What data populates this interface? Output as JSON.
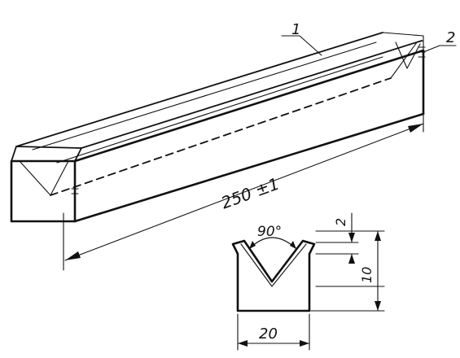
{
  "drawing": {
    "part_labels": {
      "one": "1",
      "two": "2"
    },
    "dimensions": {
      "length": "250 ±1",
      "angle": "90°",
      "groove_offset": "2",
      "groove_depth": "10",
      "width": "20"
    }
  }
}
